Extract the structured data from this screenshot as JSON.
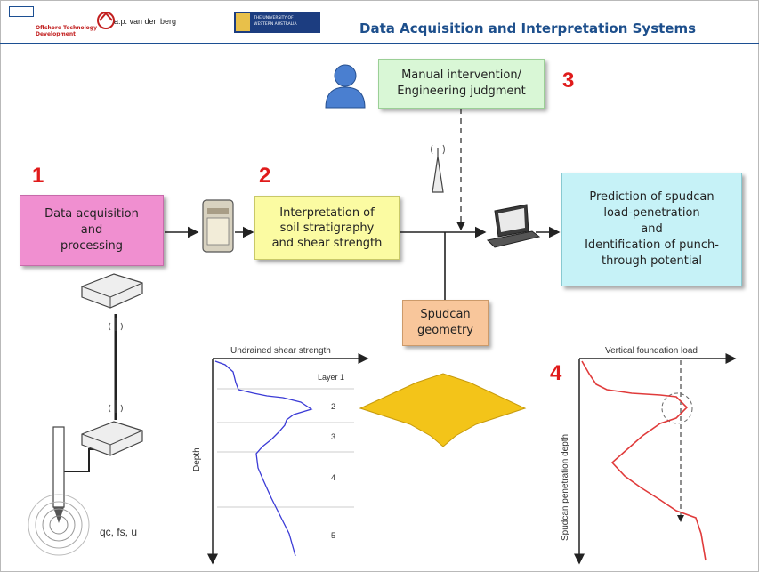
{
  "header": {
    "title": "Data Acquisition and Interpretation Systems",
    "logos": {
      "otd_line1": "Offshore Technology",
      "otd_line2": "Development",
      "vdb": "a.p. van den berg",
      "uwa_line1": "THE UNIVERSITY OF",
      "uwa_line2": "WESTERN AUSTRALIA"
    }
  },
  "steps": {
    "n1": "1",
    "n2": "2",
    "n3": "3",
    "n4": "4"
  },
  "boxes": {
    "acquisition": "Data acquisition\nand\nprocessing",
    "interpretation": "Interpretation of\nsoil stratigraphy\nand shear strength",
    "manual": "Manual intervention/\nEngineering judgment",
    "prediction": "Prediction of spudcan\nload-penetration\nand\nIdentification of punch-\nthrough potential",
    "spudcan": "Spudcan\ngeometry"
  },
  "colors": {
    "acquisition": "#f08fd0",
    "interpretation": "#fbfba2",
    "manual": "#d9f7d6",
    "prediction": "#c6f2f7",
    "spudcan": "#f8c69b",
    "title": "#1d4f8c",
    "step_number": "#e01b1b",
    "shear_profile": "#3b3bd6",
    "load_curve": "#e03b3b",
    "spudcan_shape": "#f3c419"
  },
  "sensor_label": "q<sub>c</sub>, f<sub>s</sub>, u",
  "sensor_text": "qc, fs, u",
  "shear_plot": {
    "title": "Undrained shear strength",
    "ylabel": "Depth",
    "layers": [
      "Layer 1",
      "2",
      "3",
      "4",
      "5"
    ]
  },
  "load_plot": {
    "title": "Vertical foundation load",
    "ylabel": "Spudcan penetration depth"
  },
  "icons": [
    "person-icon",
    "antenna-icon",
    "server-icon",
    "laptop-icon",
    "router-icon",
    "cpt-probe-icon"
  ]
}
